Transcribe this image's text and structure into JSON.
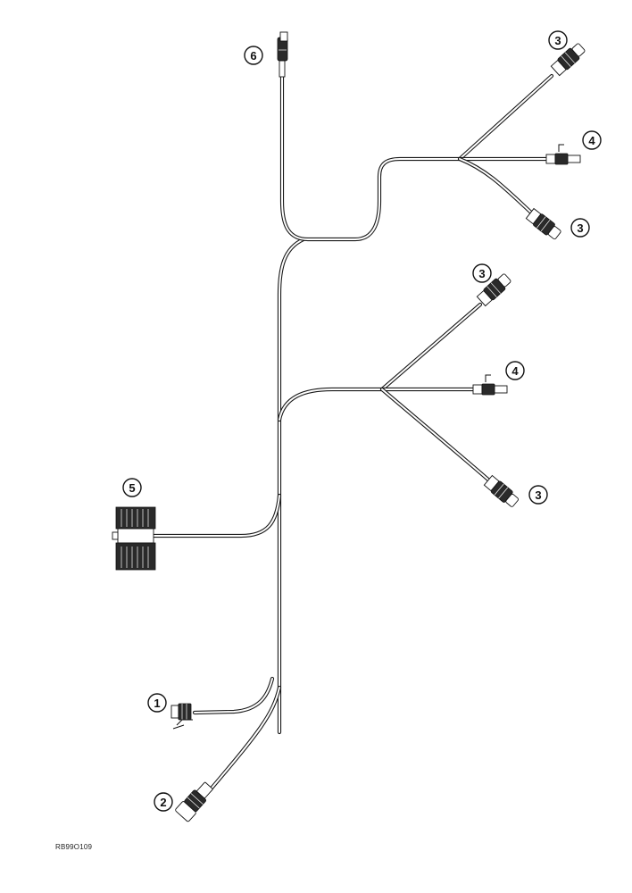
{
  "diagram": {
    "figure_code": "RB99O109",
    "callouts": [
      {
        "id": "c6",
        "label": "6"
      },
      {
        "id": "c3a",
        "label": "3"
      },
      {
        "id": "c4a",
        "label": "4"
      },
      {
        "id": "c3b",
        "label": "3"
      },
      {
        "id": "c3c",
        "label": "3"
      },
      {
        "id": "c4b",
        "label": "4"
      },
      {
        "id": "c3d",
        "label": "3"
      },
      {
        "id": "c5",
        "label": "5"
      },
      {
        "id": "c1",
        "label": "1"
      },
      {
        "id": "c2",
        "label": "2"
      }
    ]
  }
}
